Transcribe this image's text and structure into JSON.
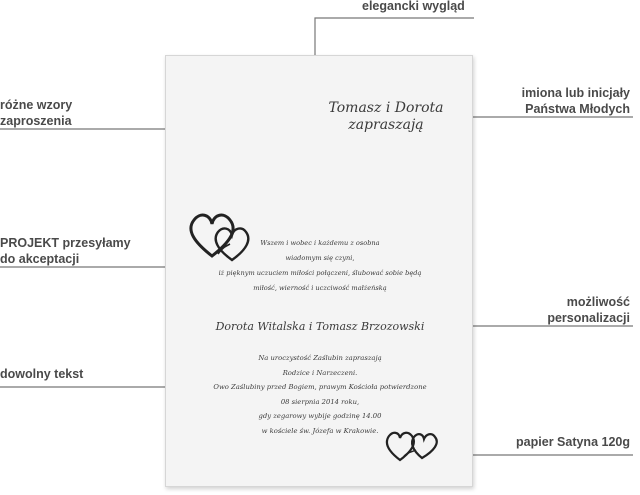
{
  "callouts": {
    "elegancki": "elegancki wygląd",
    "imiona_line1": "imiona lub inicjały",
    "imiona_line2": "Państwa Młodych",
    "wzory_line1": "różne wzory",
    "wzory_line2": "zaproszenia",
    "projekt_line1": "PROJEKT przesyłamy",
    "projekt_line2": "do akceptacji",
    "personalizacja_line1": "możliwość",
    "personalizacja_line2": "personalizacji",
    "tekst": "dowolny tekst",
    "papier": "papier Satyna 120g"
  },
  "card": {
    "names_line1": "Tomasz i Dorota",
    "names_line2": "zapraszają",
    "poem": [
      "Wszem i wobec i każdemu z osobna",
      "wiadomym się czyni,",
      "iż pięknym uczuciem miłości połączeni, ślubować sobie będą",
      "miłość, wierność i uczciwość małżeńską"
    ],
    "couple": "Dorota Witalska i Tomasz Brzozowski",
    "invitation": [
      "Na uroczystość Zaślubin zapraszają",
      "Rodzice i Narzeczeni.",
      "Owo Zaślubiny przed Bogiem, prawym Kościoła potwierdzone",
      "08 sierpnia 2014 roku,",
      "gdy zegarowy wybije godzinę 14.00",
      "w kościele św. Józefa w Krakowie."
    ]
  },
  "colors": {
    "label": "#4a4a4a",
    "leader": "#777777",
    "card": "#f4f4f4",
    "ink": "#3a3a3a"
  },
  "icons": {
    "hearts_top": "double-heart-icon",
    "hearts_bottom": "double-heart-icon"
  }
}
